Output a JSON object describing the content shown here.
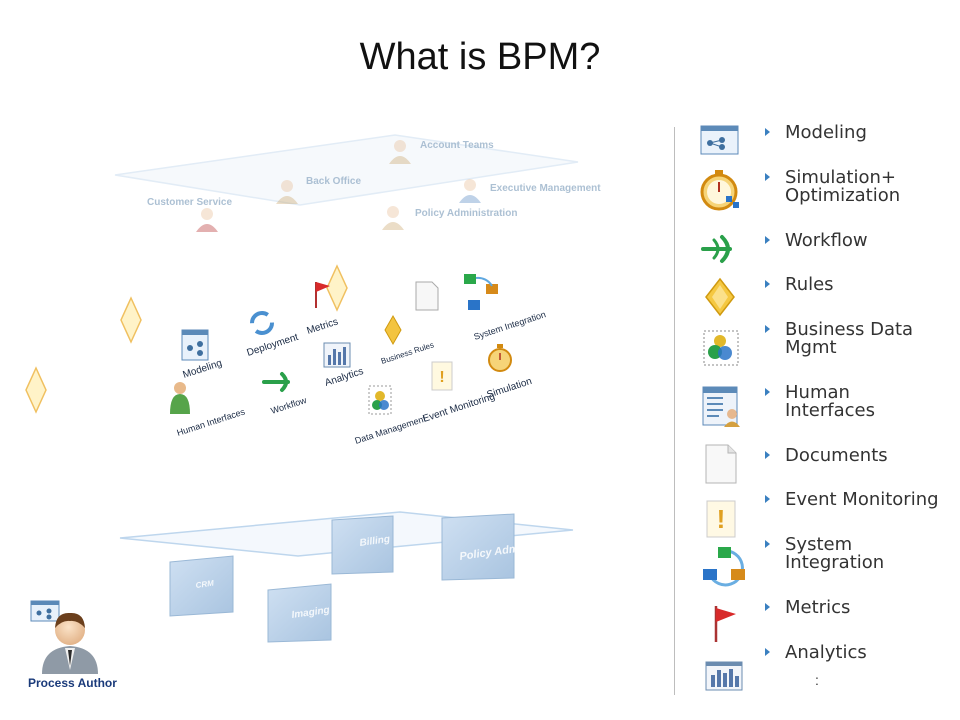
{
  "title": "What is BPM?",
  "org_layer": {
    "roles": [
      "Account Teams",
      "Back Office",
      "Executive Management",
      "Customer Service",
      "Policy Administration"
    ]
  },
  "bpm_layer": {
    "components": [
      "Modeling",
      "Deployment",
      "Metrics",
      "Analytics",
      "Business Rules",
      "System Integration",
      "Human Interfaces",
      "Workflow",
      "Data Management",
      "Event Monitoring",
      "Simulation"
    ]
  },
  "systems_layer": {
    "systems": [
      "Billing",
      "Policy Admin",
      "CRM",
      "Imaging"
    ]
  },
  "process_author": "Process Author",
  "legend": {
    "items": [
      {
        "label": "Modeling",
        "icon": "modeling-icon"
      },
      {
        "label": "Simulation+\nOptimization",
        "icon": "stopwatch-icon"
      },
      {
        "label": "Workflow",
        "icon": "workflow-arrow-icon"
      },
      {
        "label": "Rules",
        "icon": "diamond-icon"
      },
      {
        "label": "Business Data\nMgmt",
        "icon": "data-icon"
      },
      {
        "label": "Human\nInterfaces",
        "icon": "form-icon"
      },
      {
        "label": "Documents",
        "icon": "document-icon"
      },
      {
        "label": "Event Monitoring",
        "icon": "exclamation-icon"
      },
      {
        "label": "System\nIntegration",
        "icon": "integration-icon"
      },
      {
        "label": "Metrics",
        "icon": "flag-icon"
      },
      {
        "label": "Analytics",
        "icon": "bar-chart-icon"
      }
    ],
    "more": ":"
  },
  "colors": {
    "accent": "#3a80c0",
    "plane": "#9ec3e6",
    "box": "#bcd3ea",
    "person": "#8ab04a"
  }
}
